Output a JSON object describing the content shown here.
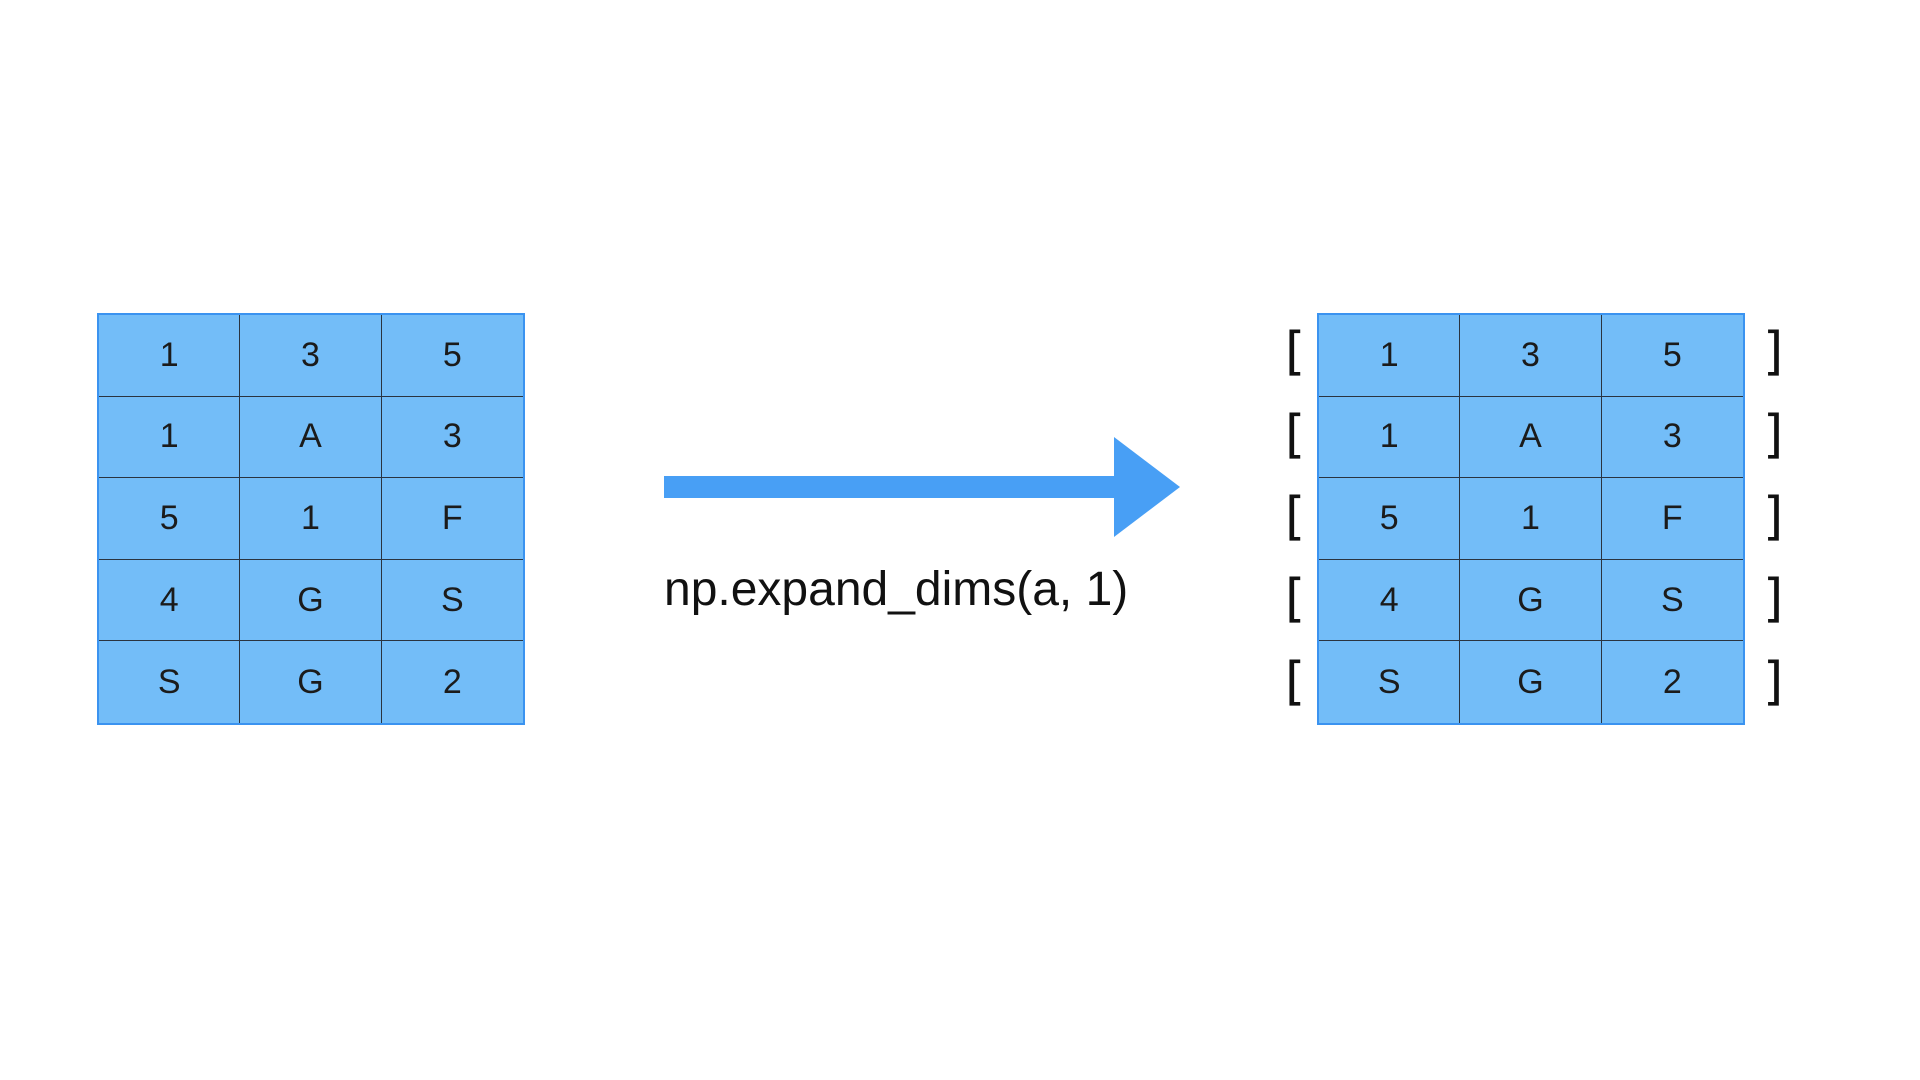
{
  "left_array": {
    "rows": [
      [
        "1",
        "3",
        "5"
      ],
      [
        "1",
        "A",
        "3"
      ],
      [
        "5",
        "1",
        "F"
      ],
      [
        "4",
        "G",
        "S"
      ],
      [
        "S",
        "G",
        "2"
      ]
    ]
  },
  "operation": {
    "label": "np.expand_dims(a, 1)"
  },
  "right_array": {
    "open_bracket": "[",
    "close_bracket": "]",
    "rows": [
      [
        "1",
        "3",
        "5"
      ],
      [
        "1",
        "A",
        "3"
      ],
      [
        "5",
        "1",
        "F"
      ],
      [
        "4",
        "G",
        "S"
      ],
      [
        "S",
        "G",
        "2"
      ]
    ]
  },
  "colors": {
    "cell_fill": "#73bdf8",
    "grid_border": "#3b93f0",
    "arrow": "#489ff5"
  }
}
